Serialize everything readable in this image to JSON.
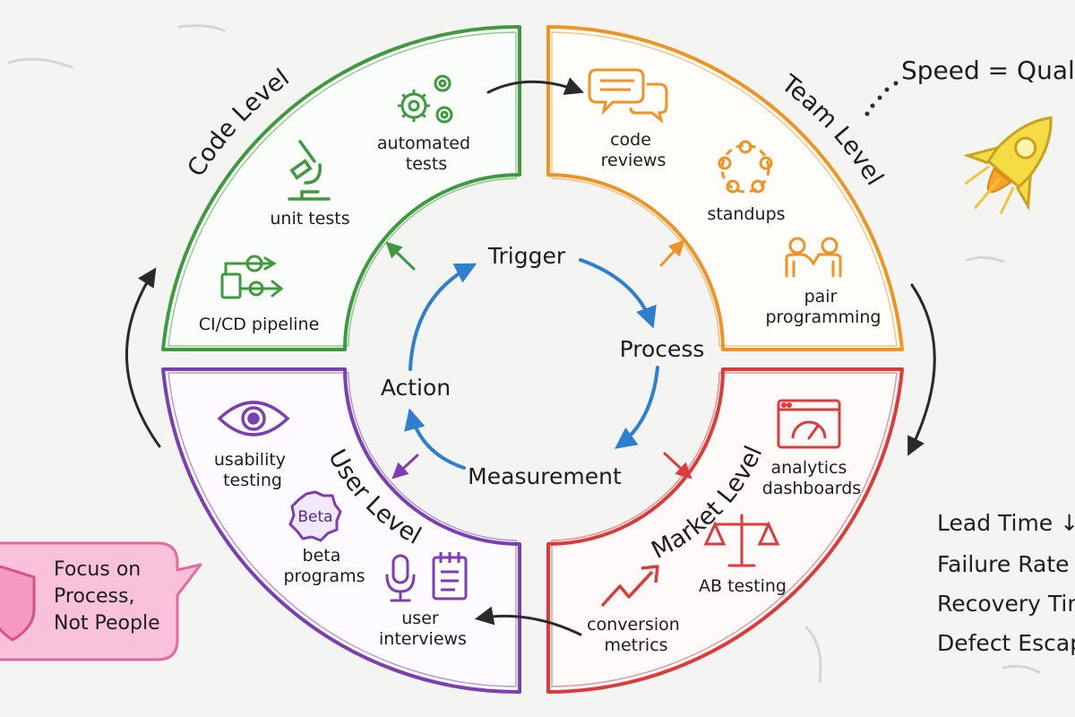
{
  "levels": {
    "code": {
      "label": "Code Level",
      "color": "#3f9a3f",
      "items": {
        "automated": [
          "automated",
          "tests"
        ],
        "unit": [
          "unit tests"
        ],
        "cicd": [
          "CI/CD pipeline"
        ]
      }
    },
    "team": {
      "label": "Team Level",
      "color": "#ee9425",
      "items": {
        "reviews": [
          "code",
          "reviews"
        ],
        "standups": [
          "standups"
        ],
        "pair": [
          "pair",
          "programming"
        ]
      }
    },
    "market": {
      "label": "Market Level",
      "color": "#dc3b3b",
      "items": {
        "analytics": [
          "analytics",
          "dashboards"
        ],
        "ab": [
          "AB testing"
        ],
        "conversion": [
          "conversion",
          "metrics"
        ]
      }
    },
    "user": {
      "label": "User Level",
      "color": "#7a3fb0",
      "items": {
        "usability": [
          "usability",
          "testing"
        ],
        "beta": [
          "beta",
          "programs"
        ],
        "interviews": [
          "user",
          "interviews"
        ],
        "beta_badge": "Beta"
      }
    }
  },
  "cycle": {
    "trigger": "Trigger",
    "process": "Process",
    "measurement": "Measurement",
    "action": "Action",
    "color": "#2f7fcf"
  },
  "speed_quality": "Speed = Qual",
  "callout": {
    "lines": [
      "Focus on",
      "Process,",
      "Not People"
    ],
    "color": "#f28ab8"
  },
  "metrics": [
    "Lead Time ↓",
    "Failure Rate",
    "Recovery Tim",
    "Defect Escap"
  ]
}
